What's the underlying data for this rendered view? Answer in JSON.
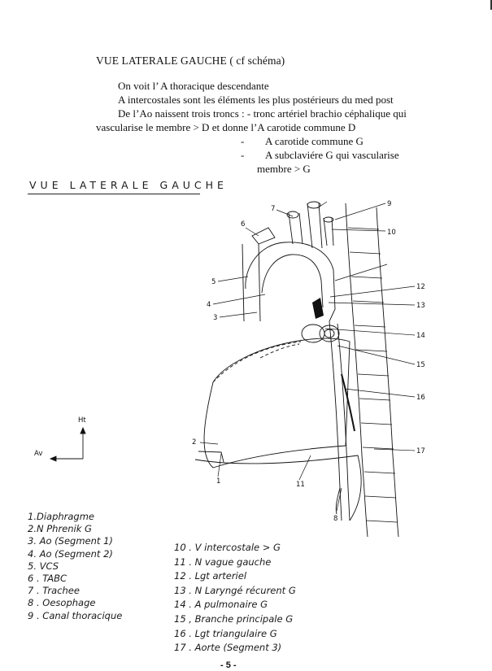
{
  "header": {
    "title": "VUE LATERALE GAUCHE ( cf schéma)"
  },
  "intro": {
    "line1": "On voit l’ A thoracique descendante",
    "line2": "A intercostales sont les éléments les plus postérieurs du med post",
    "line3": "De l’Ao naissent trois troncs : - tronc artériel brachio céphalique qui",
    "line4": "vascularise le membre > D et donne l’A carotide commune D",
    "bullets": [
      "A carotide commune G",
      "A subclaviére G qui vascularise",
      "membre > G"
    ],
    "bullet_marker": "-"
  },
  "section": {
    "title": "VUE LATERALE GAUCHE"
  },
  "diagram": {
    "labels": [
      "1",
      "2",
      "3",
      "4",
      "5",
      "6",
      "7",
      "8",
      "9",
      "10",
      "11",
      "12",
      "13",
      "14",
      "15",
      "16",
      "17"
    ],
    "orientation": {
      "up": "Ht",
      "front": "Av"
    }
  },
  "legend": {
    "left": [
      "1.Diaphragme",
      "2.N Phrenik G",
      "3. Ao (Segment 1)",
      "4. Ao (Segment 2)",
      "5. VCS",
      "6 . TABC",
      "7 . Trachee",
      "8 . Oesophage",
      "9 . Canal thoracique"
    ],
    "right": [
      "10 . V intercostale > G",
      "11 . N vague gauche",
      "12 . Lgt arteriel",
      "13 . N Laryngé récurent G",
      "14 . A pulmonaire G",
      "15 , Branche principale G",
      "16 . Lgt triangulaire G",
      "17 . Aorte (Segment 3)"
    ]
  },
  "page": {
    "number": "- 5 -"
  }
}
